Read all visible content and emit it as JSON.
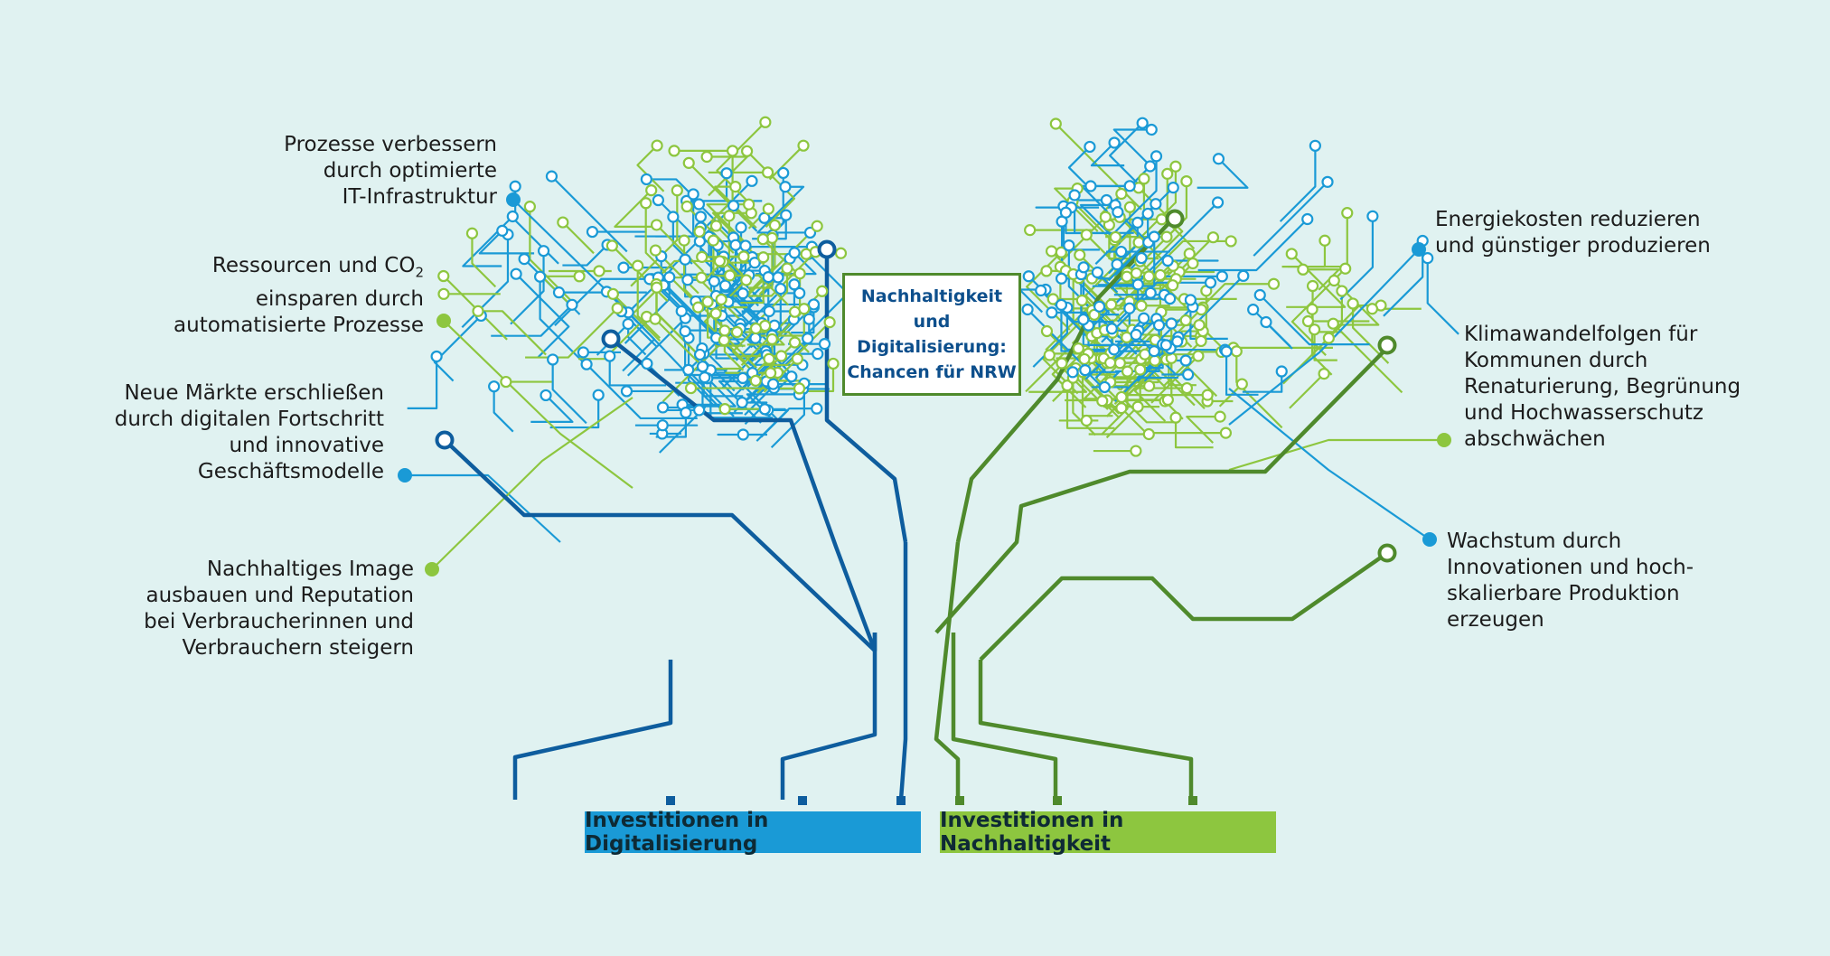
{
  "center_title": {
    "line1": "Nachhaltigkeit und",
    "line2": "Digitalisierung:",
    "line3": "Chancen für NRW"
  },
  "investments": {
    "digital": "Investitionen in Digitalisierung",
    "nachhaltig": "Investitionen in Nachhaltigkeit"
  },
  "labels_left": [
    {
      "lines": [
        "Prozesse verbessern",
        "durch optimierte",
        "IT-Infrastruktur"
      ],
      "color": "blue"
    },
    {
      "lines": [
        "Ressourcen und CO",
        "einsparen durch",
        "automatisierte Prozesse"
      ],
      "sub": "2",
      "color": "green"
    },
    {
      "lines": [
        "Neue Märkte erschließen",
        "durch digitalen Fortschritt",
        "und innovative",
        "Geschäftsmodelle"
      ],
      "color": "blue"
    },
    {
      "lines": [
        "Nachhaltiges Image",
        "ausbauen und Reputation",
        "bei Verbraucherinnen und",
        "Verbrauchern steigern"
      ],
      "color": "green"
    }
  ],
  "labels_right": [
    {
      "lines": [
        "Energiekosten reduzieren",
        "und günstiger produzieren"
      ],
      "color": "blue"
    },
    {
      "lines": [
        "Klimawandelfolgen für",
        "Kommunen durch",
        "Renaturierung, Begrünung",
        "und Hochwasserschutz",
        "abschwächen"
      ],
      "color": "green"
    },
    {
      "lines": [
        "Wachstum durch",
        "Innovationen und hoch-",
        "skalierbare Produktion",
        "erzeugen"
      ],
      "color": "blue"
    }
  ],
  "colors": {
    "background": "#e0f2f1",
    "blue": "#1a9ad6",
    "blue_dark": "#0e5d9e",
    "green": "#8dc63f",
    "green_dark": "#4f8a2c",
    "digital_box": "#1a9ad6",
    "nachhaltig_box": "#8dc63f",
    "title_text": "#0d4f8c"
  }
}
